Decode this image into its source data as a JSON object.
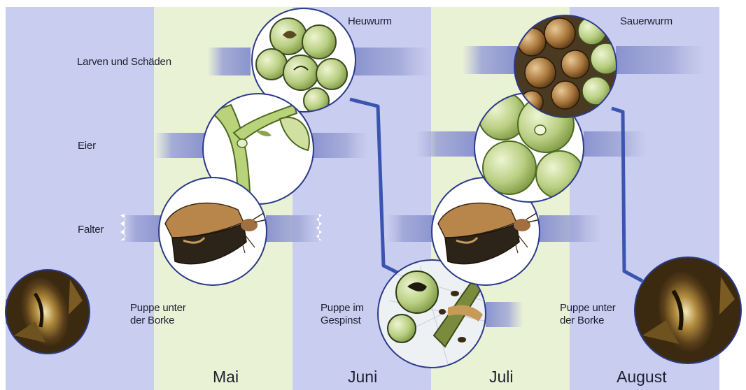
{
  "months": [
    "Mai",
    "Juni",
    "Juli",
    "August"
  ],
  "stages": {
    "larvae": "Larven und Schäden",
    "eggs": "Eier",
    "moth": "Falter"
  },
  "generations": {
    "first_larva": "Heuwurm",
    "second_larva": "Sauerwurm"
  },
  "pupae": {
    "bark_left": "Puppe unter\nder Borke",
    "web": "Puppe im\nGespinst",
    "bark_right": "Puppe unter\nder Borke"
  },
  "colors": {
    "month_column_blue": "#c9cdef",
    "month_column_green": "#eaf2d6",
    "band": "#9fa6d8",
    "lifecycle_line": "#3a55b0",
    "circle_border": "#2c3a8a"
  },
  "icons": {
    "pupa": "pupa-illustration",
    "larva": "grape-cluster-larva-illustration",
    "egg": "egg-on-stem-illustration",
    "moth": "moth-illustration"
  }
}
